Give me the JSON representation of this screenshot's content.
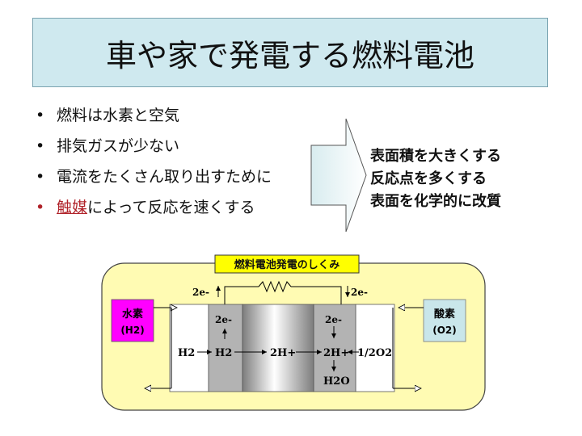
{
  "title": "車や家で発電する燃料電池",
  "bullets": [
    {
      "text": "燃料は水素と空気"
    },
    {
      "text": "排気ガスが少ない"
    },
    {
      "text": "電流をたくさん取り出すために"
    },
    {
      "prefix": "触媒",
      "text": "によって反応を速くする"
    }
  ],
  "bullet_glyph": "•",
  "results": [
    "表面積を大きくする",
    "反応点を多くする",
    "表面を化学的に改質"
  ],
  "diagram": {
    "label": "燃料電池発電のしくみ",
    "hydrogen_label": "水素",
    "hydrogen_formula": "(H2)",
    "oxygen_label": "酸素",
    "oxygen_formula": "(O2)",
    "top_left_e": "2e-",
    "top_right_e": "2e-",
    "anode_e": "2e-",
    "cathode_e": "2e-",
    "h2_in": "H2",
    "h2_anode": "H2",
    "proton_mid": "2H+",
    "proton_cathode": "2H+",
    "half_o2": "1/2O2",
    "water": "H2O"
  },
  "colors": {
    "title_bg": "#cfe9ef",
    "diagram_bg": "#fffbb3",
    "label_bg": "#ffff00",
    "hydrogen_bg": "#ff00ff",
    "oxygen_bg": "#c9e6ea",
    "accent_red": "#b0232a"
  }
}
